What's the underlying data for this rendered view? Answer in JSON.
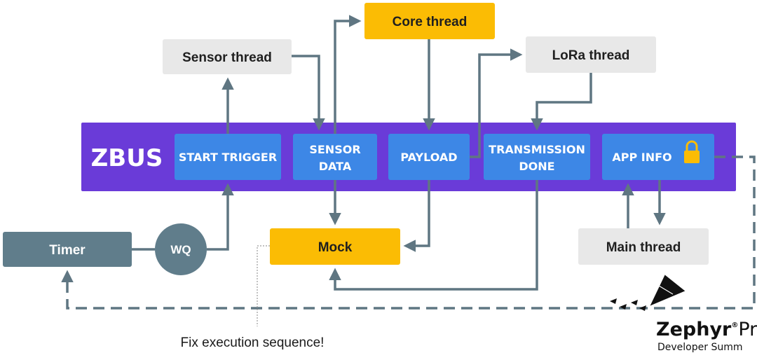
{
  "bus": {
    "label": "ZBUS"
  },
  "channels": {
    "start_trigger": "START TRIGGER",
    "sensor_data": [
      "SENSOR",
      "DATA"
    ],
    "payload": "PAYLOAD",
    "transmission_done": [
      "TRANSMISSION",
      "DONE"
    ],
    "app_info": "APP INFO"
  },
  "threads": {
    "core": "Core thread",
    "sensor": "Sensor thread",
    "lora": "LoRa thread",
    "main": "Main thread"
  },
  "blocks": {
    "mock": "Mock",
    "timer": "Timer",
    "workqueue": "WQ"
  },
  "note": "Fix execution sequence!",
  "branding": {
    "name": "Zephyr",
    "name_suffix": "Pr",
    "tagline": "Developer Summ"
  },
  "colors": {
    "bus": "#6a3bd8",
    "channel": "#3d87e6",
    "thread_yellow": "#fbbc04",
    "thread_gray": "#e8e8e8",
    "timer": "#607d8b",
    "arrow": "#5f7682",
    "lock": "#fbbc04"
  }
}
